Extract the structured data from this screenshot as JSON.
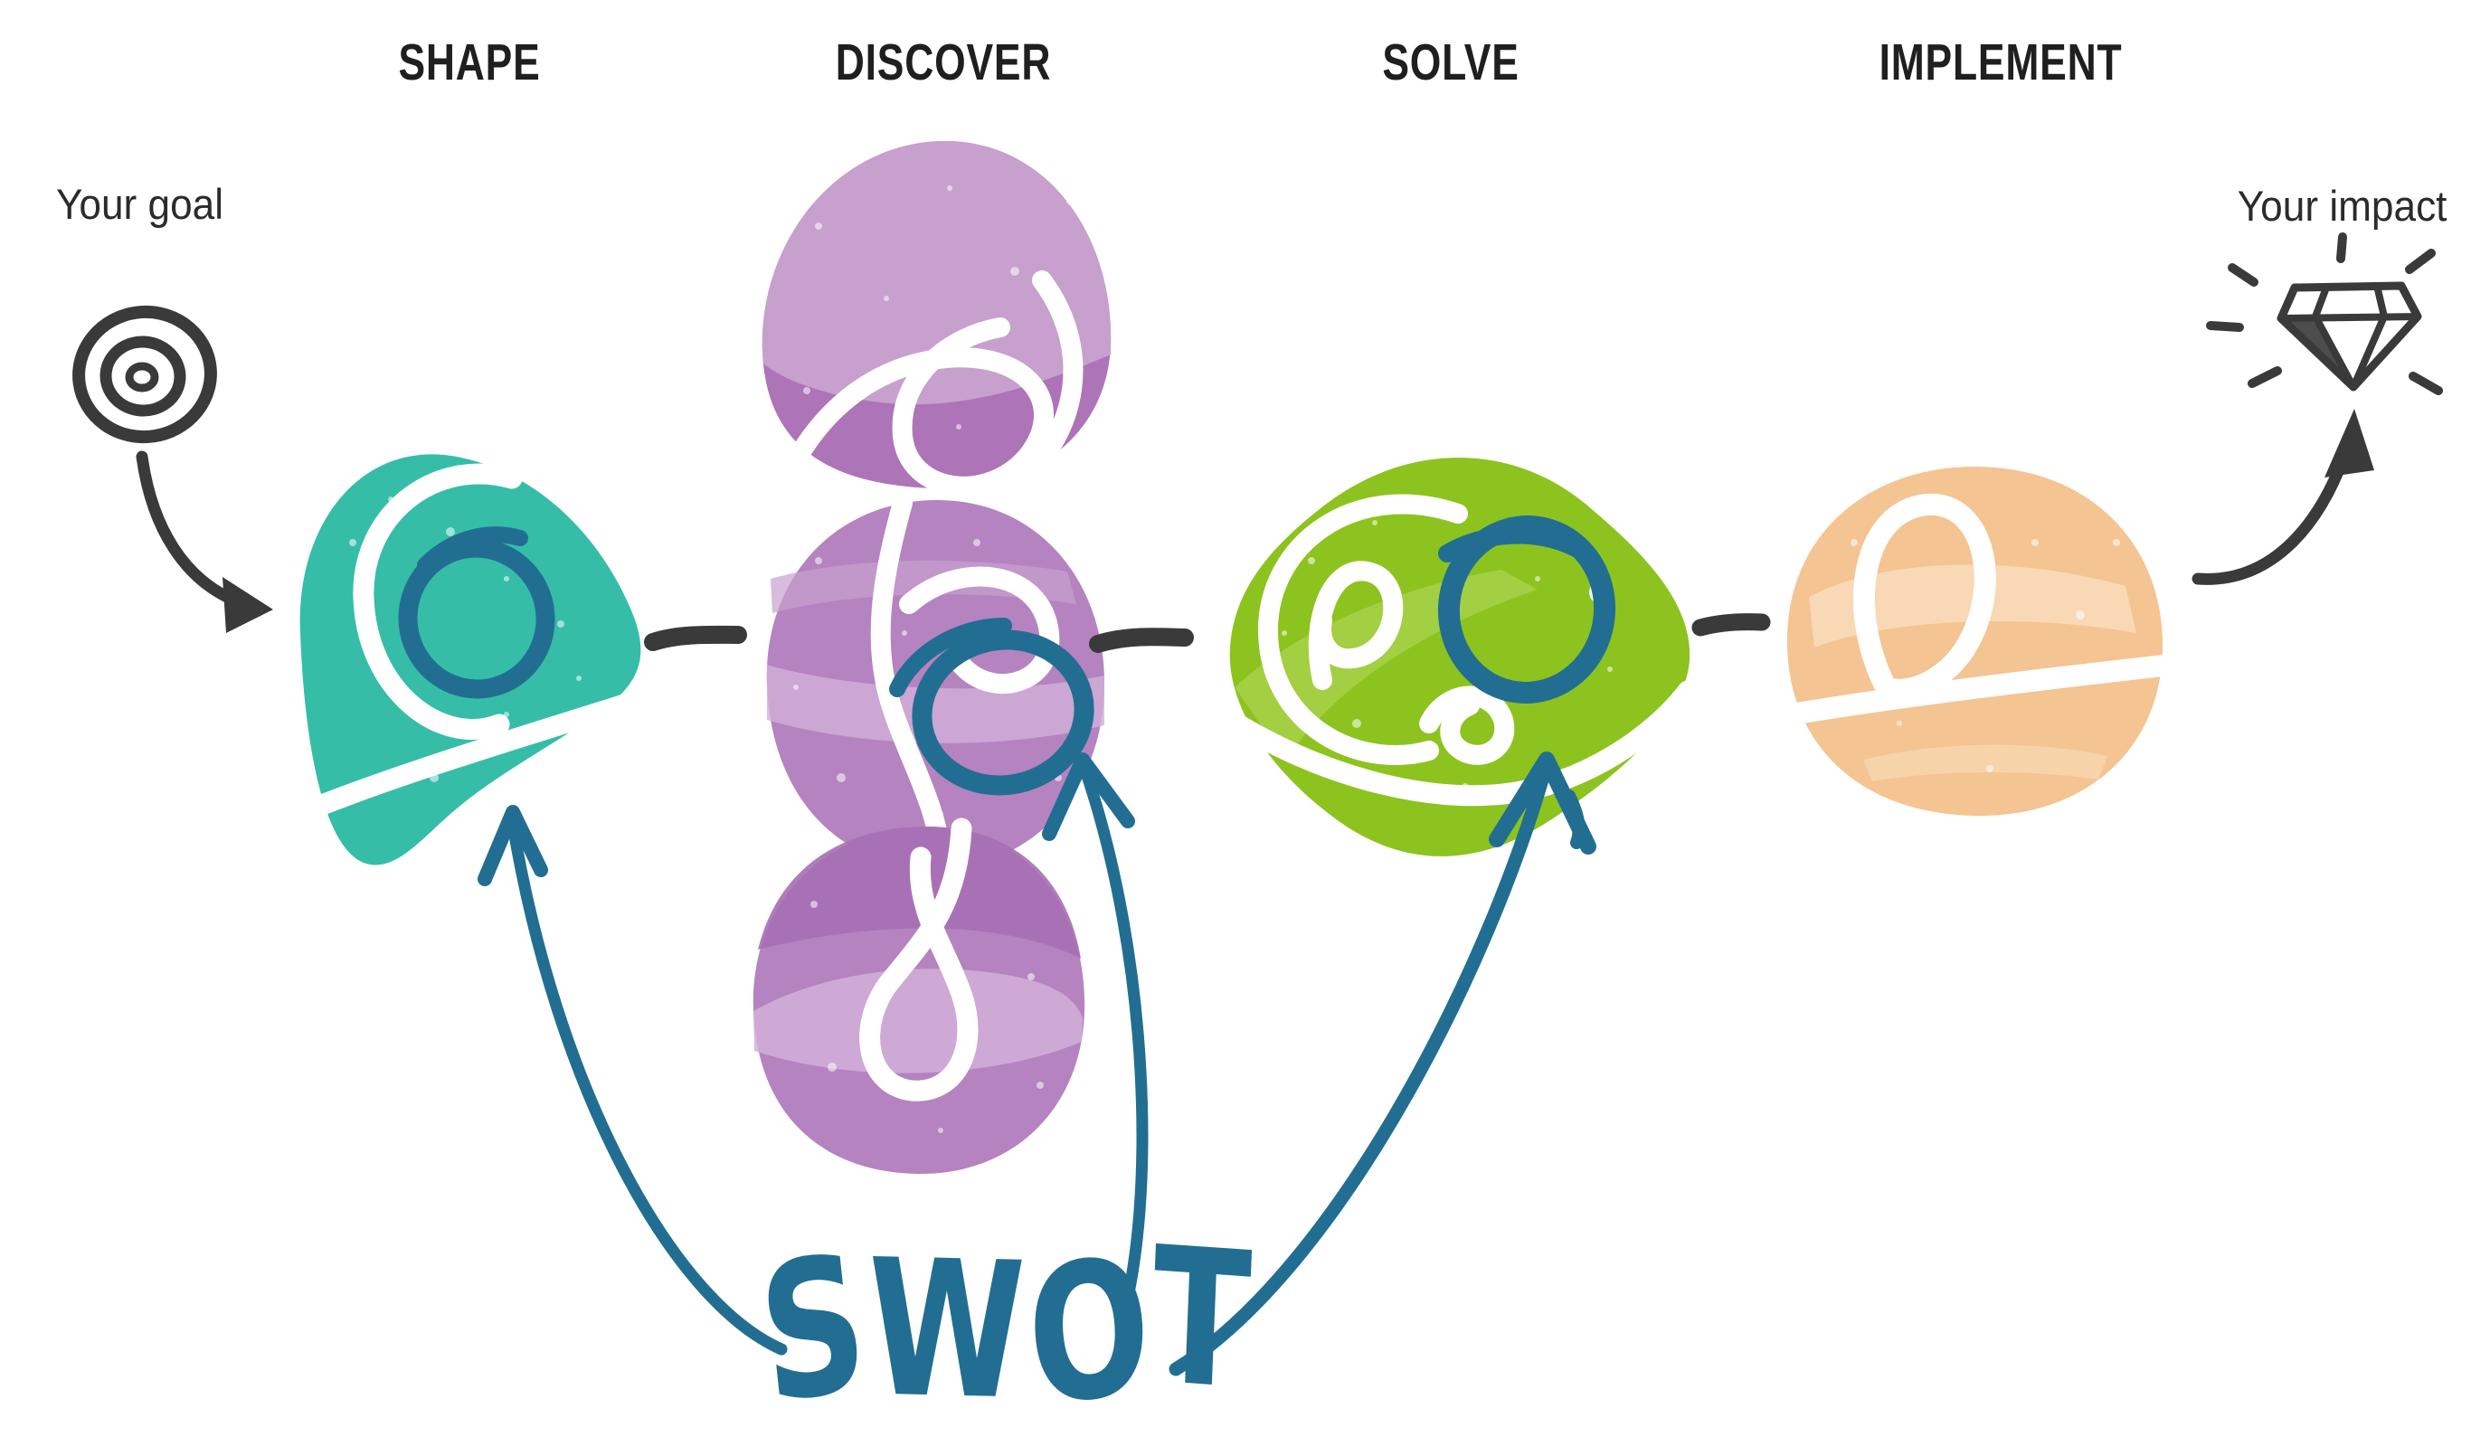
{
  "phases": [
    {
      "label": "SHAPE"
    },
    {
      "label": "DISCOVER"
    },
    {
      "label": "SOLVE"
    },
    {
      "label": "IMPLEMENT"
    }
  ],
  "annotations": {
    "goal_label": "Your goal",
    "impact_label": "Your impact",
    "swot_label": "SWOT",
    "swot_letters": [
      "S",
      "W",
      "O",
      "T"
    ]
  },
  "icons": {
    "goal": "target-icon",
    "impact": "diamond-icon"
  },
  "colors": {
    "teal": "#35bda8",
    "purple_light": "#c7a0cd",
    "purple_mid": "#b583c0",
    "purple_dark": "#ad74b8",
    "purple_band": "#d2b0d8",
    "green": "#8dc31e",
    "green_light": "#b3d75c",
    "orange": "#f4c492",
    "orange_light": "#f9ddbb",
    "ink_blue": "#226e92",
    "ink_dark": "#3a3a3a",
    "label_text": "#1f1f1f",
    "background": "#ffffff"
  }
}
